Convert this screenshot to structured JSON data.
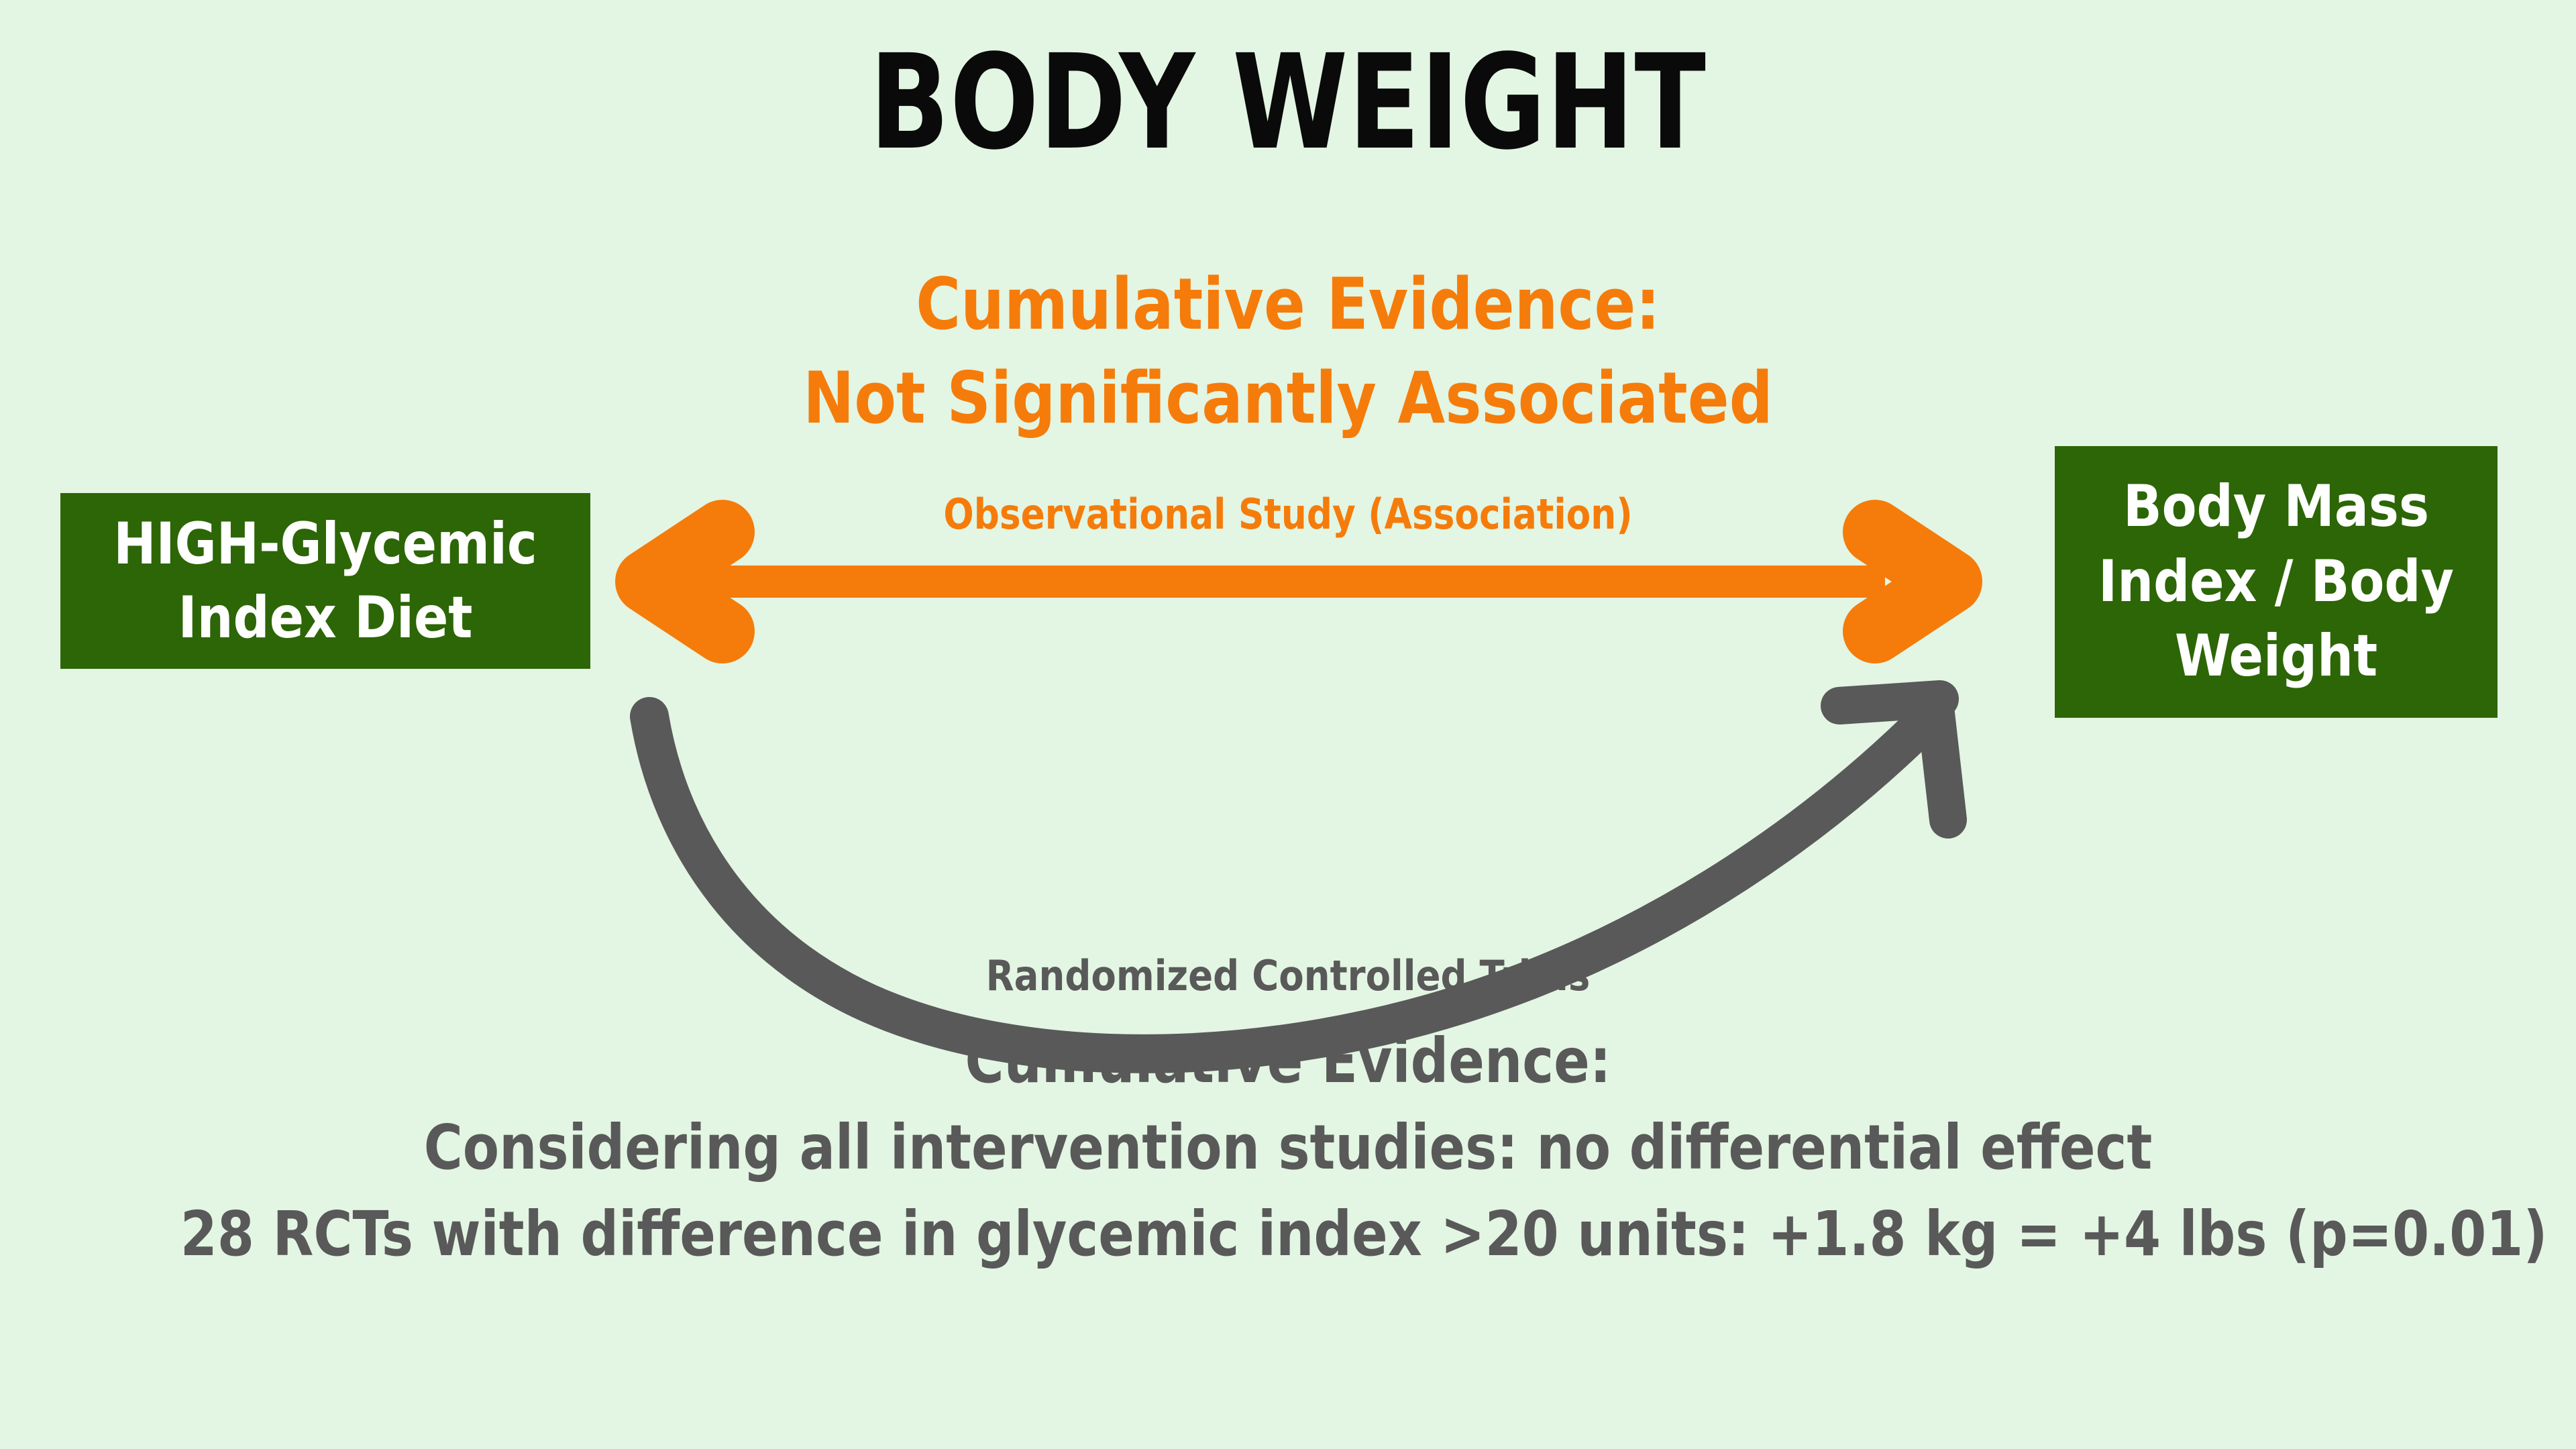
{
  "page": {
    "title": "BODY WEIGHT",
    "background_color": "#e3f5e3"
  },
  "colors": {
    "background": "#e3f5e3",
    "green_box": "#2c6606",
    "orange_accent": "#f57c0a",
    "gray_accent": "#595959",
    "title_text": "#0a0a0a",
    "box_text": "#ffffff"
  },
  "nodes": {
    "exposure": {
      "label": "HIGH-Glycemic Index Diet",
      "line1": "HIGH-Glycemic",
      "line2": "Index Diet"
    },
    "outcome": {
      "label": "Body Mass Index / Body Weight",
      "line1": "Body Mass",
      "line2": "Index / Body",
      "line3": "Weight"
    }
  },
  "observational": {
    "headline_line1": "Cumulative Evidence:",
    "headline_line2": "Not Significantly Associated",
    "arrow_label": "Observational Study (Association)",
    "arrow_type": "double-headed-straight",
    "color": "#f57c0a"
  },
  "intervention": {
    "arrow_label": "Randomized Controlled Trials",
    "arrow_type": "curved-single-headed",
    "color": "#595959",
    "summary_line1": "Cumulative Evidence:",
    "summary_line2": "Considering all intervention studies: no differential effect",
    "summary_line3": "28 RCTs with difference in glycemic index >20 units: +1.8 kg = +4 lbs (p=0.01)"
  },
  "statistics": {
    "rct_count": 28,
    "glycemic_index_difference_units": ">20",
    "weight_change_kg": "+1.8",
    "weight_change_lbs": "+4",
    "p_value": "p=0.01"
  }
}
